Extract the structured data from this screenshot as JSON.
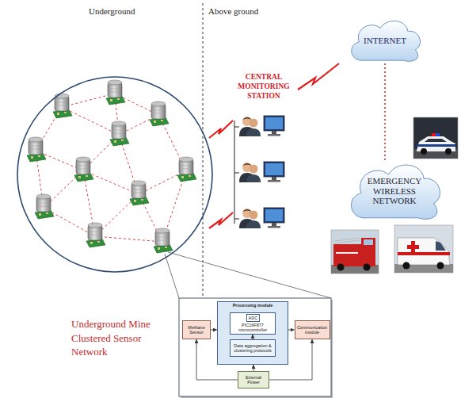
{
  "diagram": {
    "nodes": [
      {
        "text": [
          "Underground Mine Clustered Sensor Network"
        ]
      },
      {
        "text": [
          "INTERNET"
        ]
      },
      {
        "text": [
          "EMERGENCY WIRELESS NETWORK"
        ]
      },
      {
        "text": [
          "Methane Sensor"
        ]
      },
      {
        "text": [
          "Processing module"
        ]
      },
      {
        "text": [
          "PIC16F877 microcontroller"
        ],
        "in": 4
      },
      {
        "text": [
          "ADC"
        ],
        "in": 5
      },
      {
        "text": [
          "Data aggregation & clustering protocols"
        ],
        "in": 4
      },
      {
        "text": [
          "Communication module"
        ]
      },
      {
        "text": [
          "External Power"
        ]
      }
    ],
    "edges": [
      {
        "from": 3,
        "to": 4,
        "arrow": "to"
      },
      {
        "from": 4,
        "to": 8,
        "arrow": "to"
      },
      {
        "from": 7,
        "to": 5,
        "arrow": "to"
      },
      {
        "from": 9,
        "to": 3,
        "arrow": "to"
      },
      {
        "from": 9,
        "to": 4,
        "arrow": "to"
      },
      {
        "from": 9,
        "to": 8,
        "arrow": "to"
      },
      {
        "from": 1,
        "to": 2,
        "arrow": "none"
      }
    ],
    "labels": [
      "Underground",
      "Above ground",
      "CENTRAL MONITORING STATION"
    ]
  }
}
